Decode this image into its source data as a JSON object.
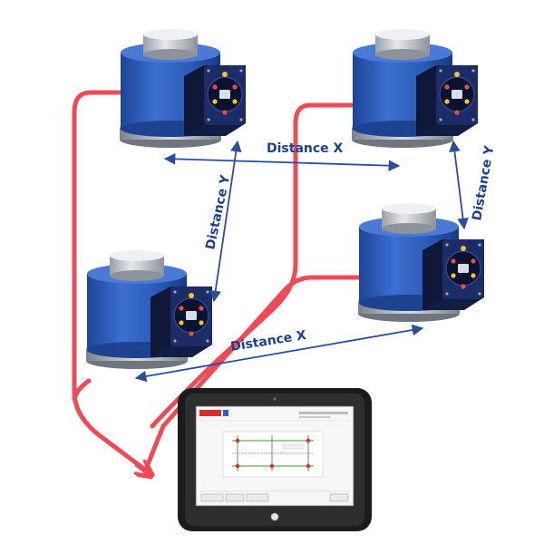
{
  "diagram": {
    "labels": {
      "distance_x_top": "Distance X",
      "distance_x_bottom": "Distance X",
      "distance_y_left": "Distance Y",
      "distance_y_right": "Distance Y"
    },
    "colors": {
      "cable": "#ee4b57",
      "arrow": "#2a4d9c",
      "label": "#1e3f8f",
      "cylinder_blue": "#2d5db8",
      "cylinder_dark": "#1b3f8a",
      "module_navy": "#1a2a5e",
      "piston_silver": "#c9ccd1"
    },
    "icons": {
      "load_cell": "load-cell-icon",
      "tablet": "tablet-icon"
    },
    "tablet": {
      "brand": "",
      "buttons": [
        "",
        "",
        ""
      ]
    }
  }
}
